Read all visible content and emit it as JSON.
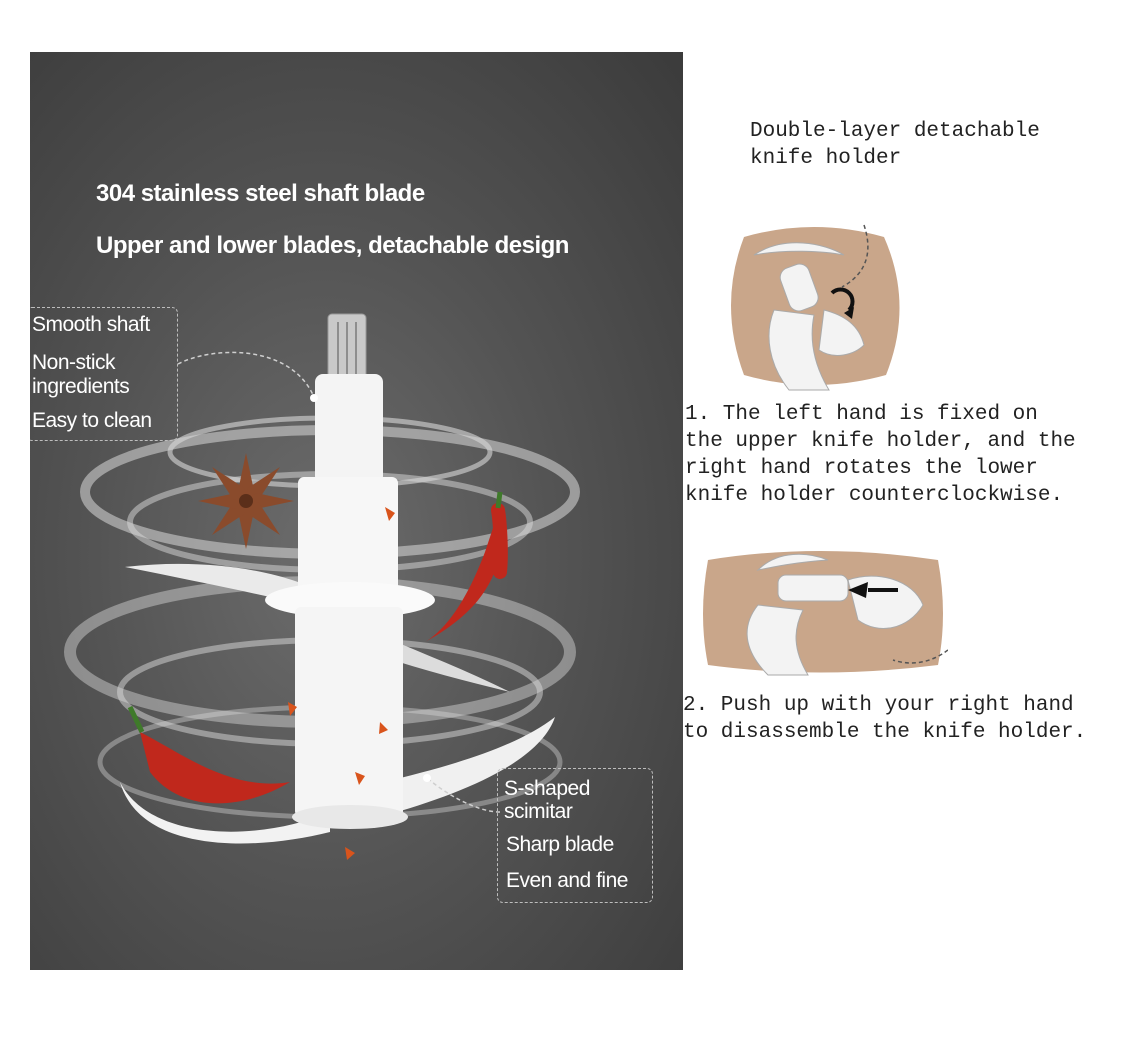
{
  "left_panel": {
    "heading_1": "304 stainless steel shaft blade",
    "heading_2": "Upper and lower blades, detachable design",
    "callout_top": {
      "line_1": "Smooth shaft",
      "line_2": "Non-stick",
      "line_3": "ingredients",
      "line_4": "Easy to clean"
    },
    "callout_bottom": {
      "line_1": "S-shaped",
      "line_2": "scimitar",
      "line_3": "Sharp blade",
      "line_4": "Even and fine"
    }
  },
  "right_panel": {
    "title_line_1": "Double-layer detachable",
    "title_line_2": "knife holder",
    "step_1": {
      "line_1": "1. The left hand is fixed on",
      "line_2": "the upper knife holder, and the",
      "line_3": "right hand rotates the lower",
      "line_4": "knife holder counterclockwise."
    },
    "step_2": {
      "line_1": "2. Push up with your right hand",
      "line_2": "to disassemble the knife holder."
    }
  },
  "colors": {
    "panel_dark": "#3b3b3b",
    "chili_red": "#c0281c",
    "skin_tan": "#c9a68a"
  }
}
